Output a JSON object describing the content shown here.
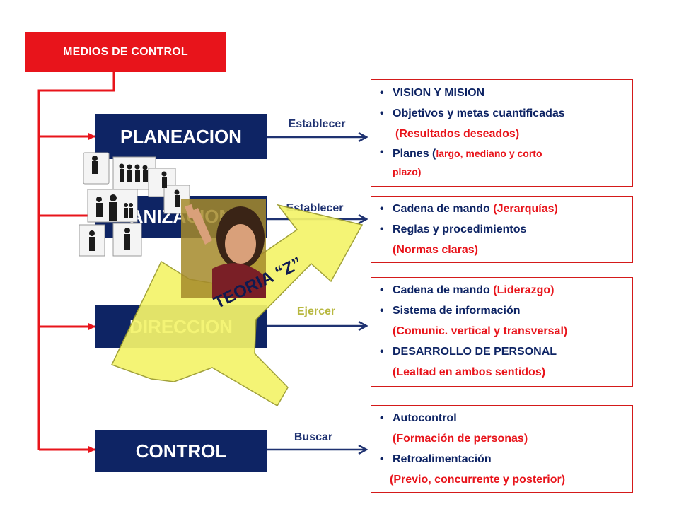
{
  "title": "MEDIOS DE CONTROL",
  "overlay_label": "TEORIA “Z”",
  "stages": [
    {
      "name": "PLANEACION",
      "verb": "Establecer",
      "items": [
        {
          "main": "VISION Y MISION"
        },
        {
          "main": "Objetivos y metas cuantificadas",
          "detail": "(Resultados deseados)"
        },
        {
          "main": "Planes (",
          "inline_detail": "largo, mediano y corto",
          "detail": "plazo)"
        }
      ]
    },
    {
      "name": "ORGANIZACION",
      "visible_fragment": "ANIZACION",
      "verb": "Establecer",
      "items": [
        {
          "main": "Cadena de mando",
          "inline_detail": "(Jerarquías)"
        },
        {
          "main": "Reglas y procedimientos",
          "detail": "(Normas claras)"
        }
      ]
    },
    {
      "name": "DIRECCION",
      "verb": "Ejercer",
      "items": [
        {
          "main": "Cadena de mando",
          "inline_detail": "(Liderazgo)"
        },
        {
          "main": "Sistema de información",
          "detail": "(Comunic. vertical y transversal)"
        },
        {
          "main": "DESARROLLO DE PERSONAL",
          "detail": "(Lealtad en ambos sentidos)"
        }
      ]
    },
    {
      "name": "CONTROL",
      "verb": "Buscar",
      "items": [
        {
          "main": "Autocontrol",
          "detail": "(Formación de personas)"
        },
        {
          "main": "Retroalimentación",
          "detail": "(Previo, concurrente y posterior)"
        }
      ]
    }
  ],
  "colors": {
    "red": "#e8141b",
    "navy": "#0e2464",
    "yellow": "#f4f46a",
    "arrow_navy": "#1f3271"
  },
  "icons": [
    "org-chart-people-icon",
    "pointing-woman-photo"
  ]
}
